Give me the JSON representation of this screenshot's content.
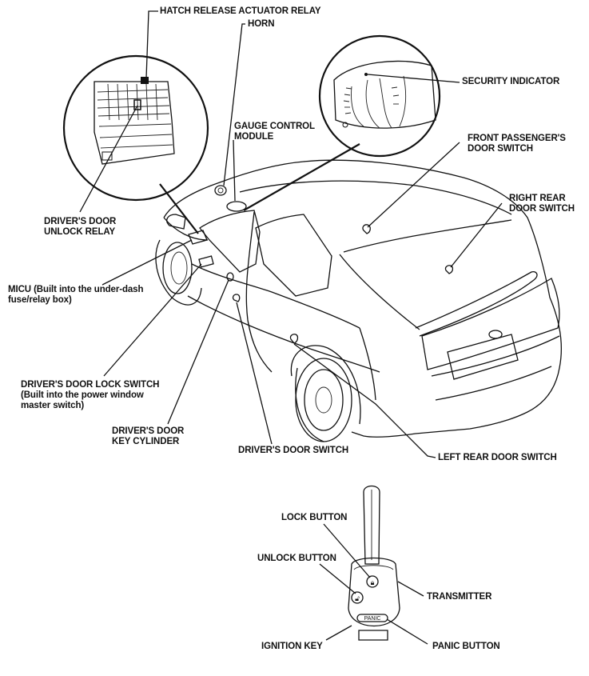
{
  "labels": {
    "hatch_relay": "HATCH RELEASE ACTUATOR RELAY",
    "horn": "HORN",
    "gauge_module_1": "GAUGE CONTROL",
    "gauge_module_2": "MODULE",
    "security_indicator": "SECURITY INDICATOR",
    "front_passenger_1": "FRONT PASSENGER'S",
    "front_passenger_2": "DOOR SWITCH",
    "right_rear_1": "RIGHT REAR",
    "right_rear_2": "DOOR SWITCH",
    "driver_unlock_1": "DRIVER'S DOOR",
    "driver_unlock_2": "UNLOCK RELAY",
    "micu_1": "MICU (Built into the under-dash",
    "micu_2": "fuse/relay box)",
    "lock_switch_1": "DRIVER'S DOOR LOCK SWITCH",
    "lock_switch_2": "(Built into the power window",
    "lock_switch_3": "master switch)",
    "key_cyl_1": "DRIVER'S DOOR",
    "key_cyl_2": "KEY CYLINDER",
    "driver_door_switch": "DRIVER'S DOOR SWITCH",
    "left_rear": "LEFT REAR DOOR SWITCH",
    "lock_button": "LOCK BUTTON",
    "unlock_button": "UNLOCK BUTTON",
    "transmitter": "TRANSMITTER",
    "ignition_key": "IGNITION KEY",
    "panic_button": "PANIC BUTTON"
  },
  "fob": {
    "panic_text": "PANIC"
  }
}
